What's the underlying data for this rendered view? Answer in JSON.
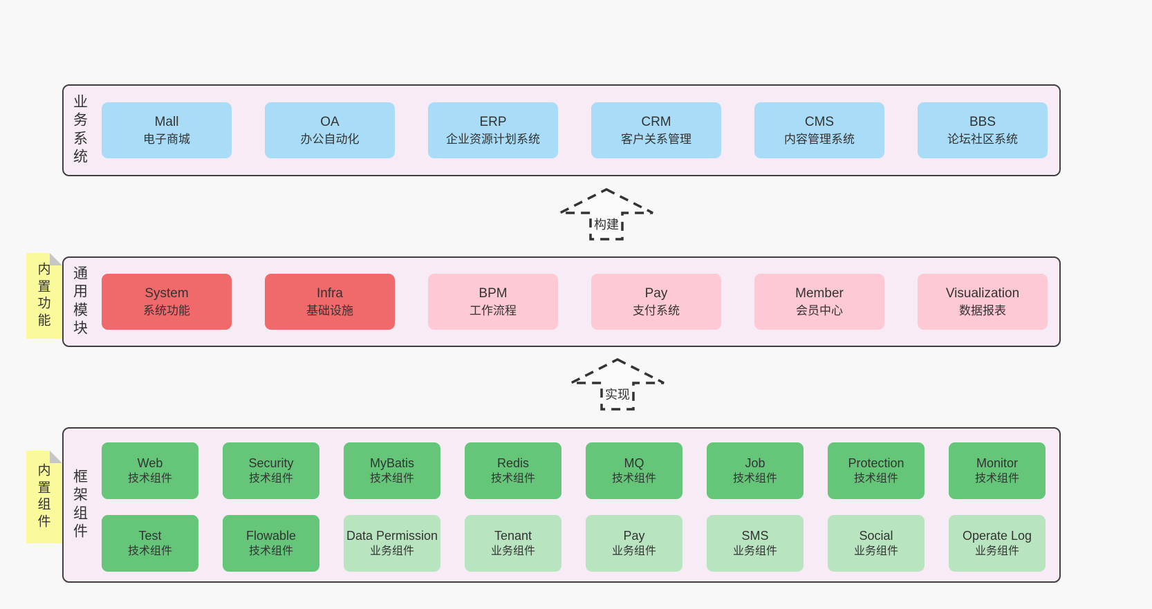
{
  "colors": {
    "page_bg": "#f8f8f8",
    "panel_bg": "#f7ecf5",
    "panel_border": "#3f3f3f",
    "blue_box": "#a9dcf6",
    "red_box": "#f0696b",
    "pink_box": "#fcc9d4",
    "green_box": "#65c679",
    "light_green_box": "#b8e5c0",
    "sticky_yellow": "#fafa9d",
    "sticky_fold_gray": "#c6c6c6",
    "text": "#333333"
  },
  "sections": {
    "business": {
      "label": "业务系统",
      "boxes": [
        {
          "title": "Mall",
          "subtitle": "电子商城",
          "variant": "blue"
        },
        {
          "title": "OA",
          "subtitle": "办公自动化",
          "variant": "blue"
        },
        {
          "title": "ERP",
          "subtitle": "企业资源计划系统",
          "variant": "blue"
        },
        {
          "title": "CRM",
          "subtitle": "客户关系管理",
          "variant": "blue"
        },
        {
          "title": "CMS",
          "subtitle": "内容管理系统",
          "variant": "blue"
        },
        {
          "title": "BBS",
          "subtitle": "论坛社区系统",
          "variant": "blue"
        }
      ]
    },
    "modules": {
      "label": "通用模块",
      "sticky": "内置功能",
      "boxes": [
        {
          "title": "System",
          "subtitle": "系统功能",
          "variant": "red"
        },
        {
          "title": "Infra",
          "subtitle": "基础设施",
          "variant": "red"
        },
        {
          "title": "BPM",
          "subtitle": "工作流程",
          "variant": "pink"
        },
        {
          "title": "Pay",
          "subtitle": "支付系统",
          "variant": "pink"
        },
        {
          "title": "Member",
          "subtitle": "会员中心",
          "variant": "pink"
        },
        {
          "title": "Visualization",
          "subtitle": "数据报表",
          "variant": "pink"
        }
      ]
    },
    "components": {
      "label": "框架组件",
      "sticky": "内置组件",
      "rows": [
        [
          {
            "title": "Web",
            "subtitle": "技术组件",
            "variant": "green"
          },
          {
            "title": "Security",
            "subtitle": "技术组件",
            "variant": "green"
          },
          {
            "title": "MyBatis",
            "subtitle": "技术组件",
            "variant": "green"
          },
          {
            "title": "Redis",
            "subtitle": "技术组件",
            "variant": "green"
          },
          {
            "title": "MQ",
            "subtitle": "技术组件",
            "variant": "green"
          },
          {
            "title": "Job",
            "subtitle": "技术组件",
            "variant": "green"
          },
          {
            "title": "Protection",
            "subtitle": "技术组件",
            "variant": "green"
          },
          {
            "title": "Monitor",
            "subtitle": "技术组件",
            "variant": "green"
          }
        ],
        [
          {
            "title": "Test",
            "subtitle": "技术组件",
            "variant": "green"
          },
          {
            "title": "Flowable",
            "subtitle": "技术组件",
            "variant": "green"
          },
          {
            "title": "Data Permission",
            "subtitle": "业务组件",
            "variant": "lgreen"
          },
          {
            "title": "Tenant",
            "subtitle": "业务组件",
            "variant": "lgreen"
          },
          {
            "title": "Pay",
            "subtitle": "业务组件",
            "variant": "lgreen"
          },
          {
            "title": "SMS",
            "subtitle": "业务组件",
            "variant": "lgreen"
          },
          {
            "title": "Social",
            "subtitle": "业务组件",
            "variant": "lgreen"
          },
          {
            "title": "Operate Log",
            "subtitle": "业务组件",
            "variant": "lgreen"
          }
        ]
      ]
    }
  },
  "arrows": [
    {
      "label": "构建"
    },
    {
      "label": "实现"
    }
  ]
}
